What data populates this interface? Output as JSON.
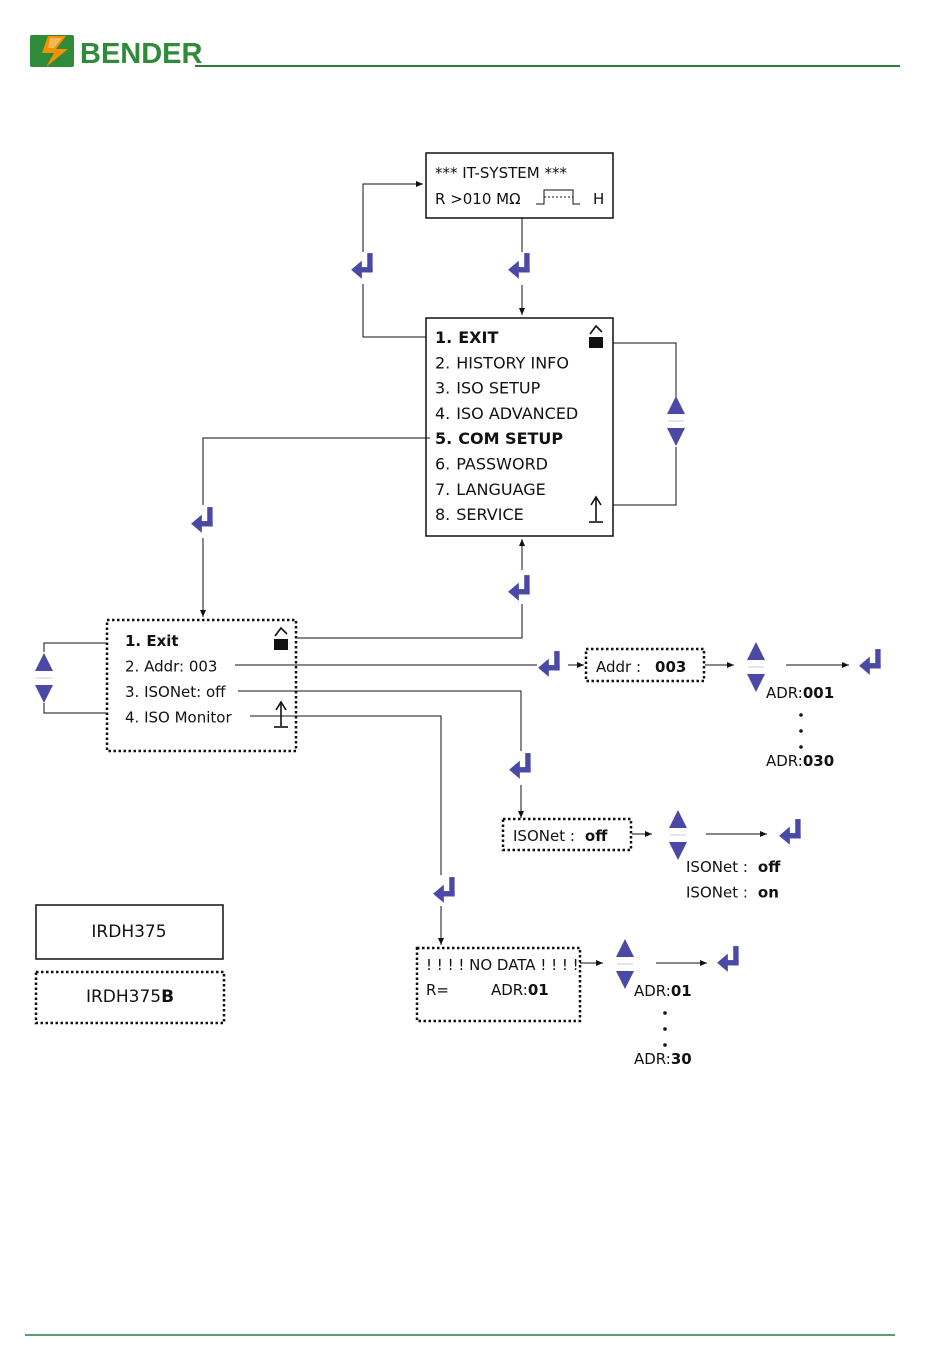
{
  "brand": {
    "name": "BENDER",
    "colors": {
      "green": "#2e8b3a",
      "orange": "#f39200",
      "line": "#2e7d32",
      "accent": "#4a4aa6"
    }
  },
  "display_main": {
    "line1": "*** IT-SYSTEM ***",
    "line2_left": "R >010 MΩ",
    "line2_right": "H"
  },
  "main_menu": {
    "items": [
      {
        "num": "1.",
        "label": "EXIT",
        "bold": true
      },
      {
        "num": "2.",
        "label": "HISTORY INFO",
        "bold": false
      },
      {
        "num": "3.",
        "label": "ISO SETUP",
        "bold": false
      },
      {
        "num": "4.",
        "label": "ISO ADVANCED",
        "bold": false
      },
      {
        "num": "5.",
        "label": "COM SETUP",
        "bold": true
      },
      {
        "num": "6.",
        "label": "PASSWORD",
        "bold": false
      },
      {
        "num": "7.",
        "label": "LANGUAGE",
        "bold": false
      },
      {
        "num": "8.",
        "label": "SERVICE",
        "bold": false
      }
    ]
  },
  "com_menu": {
    "items": [
      {
        "label": "1. Exit",
        "bold": true
      },
      {
        "label": "2. Addr:  003",
        "bold": false
      },
      {
        "label": "3. ISONet: off",
        "bold": false
      },
      {
        "label": "4. ISO Monitor",
        "bold": false
      }
    ]
  },
  "addr_box": {
    "label": "Addr :",
    "value": "003"
  },
  "addr_range": {
    "prefix": "ADR:",
    "min": "001",
    "max": "030"
  },
  "isonet_box": {
    "label": "ISONet :",
    "value": "off"
  },
  "isonet_options": [
    {
      "label": "ISONet :",
      "value": "off"
    },
    {
      "label": "ISONet :",
      "value": "on"
    }
  ],
  "nodata_box": {
    "line1": "! ! ! ! NO  DATA ! ! ! !",
    "line2_left": "R=",
    "line2_prefix": "ADR:",
    "line2_value": "01"
  },
  "nodata_range": {
    "prefix": "ADR:",
    "min": "01",
    "max": "30"
  },
  "legend": {
    "solid_label": "IRDH375",
    "dotted_label": "IRDH375",
    "dotted_suffix": "B"
  }
}
